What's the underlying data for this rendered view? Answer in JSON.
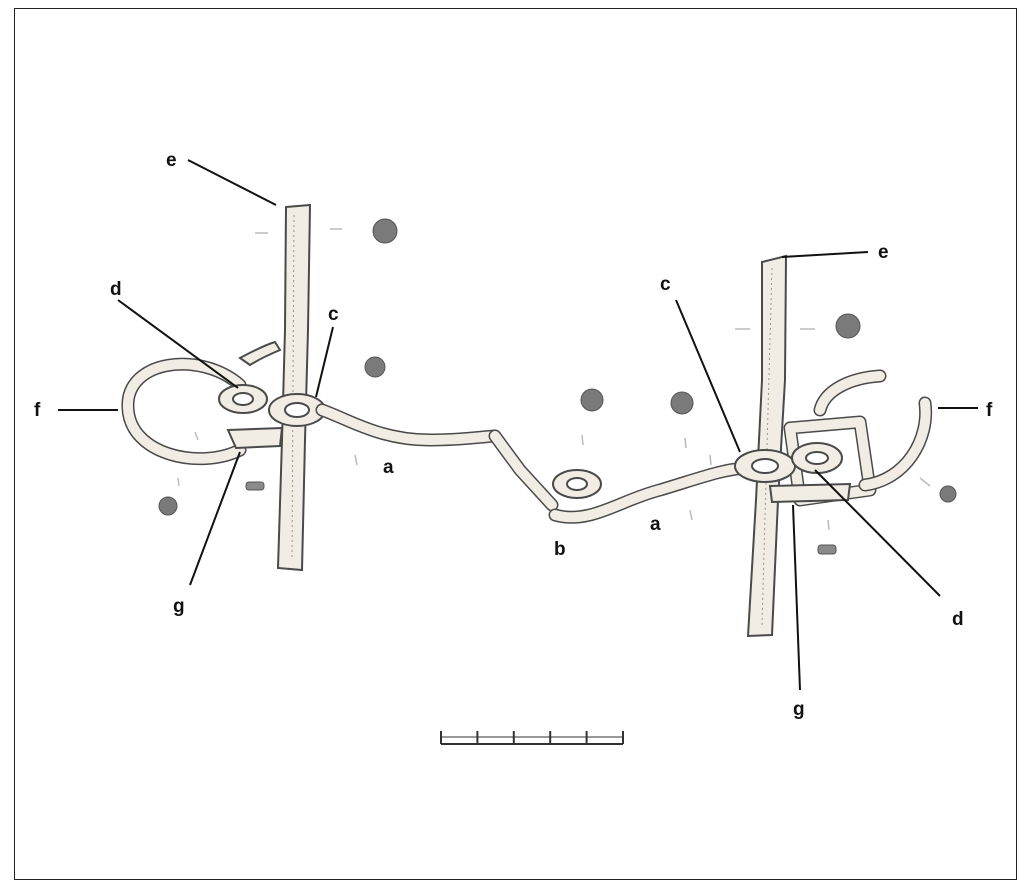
{
  "labels": {
    "e_left": "e",
    "e_right": "e",
    "d_left": "d",
    "d_right": "d",
    "c_left": "c",
    "c_right": "c",
    "f_left": "f",
    "f_right": "f",
    "a_left": "a",
    "a_right": "a",
    "b": "b",
    "g_left": "g",
    "g_right": "g"
  },
  "colors": {
    "metal_fill": "#f1ede4",
    "outline": "#4a4a4a",
    "dot": "#7a7a7a"
  },
  "scale_bar": {
    "divisions": 5
  }
}
